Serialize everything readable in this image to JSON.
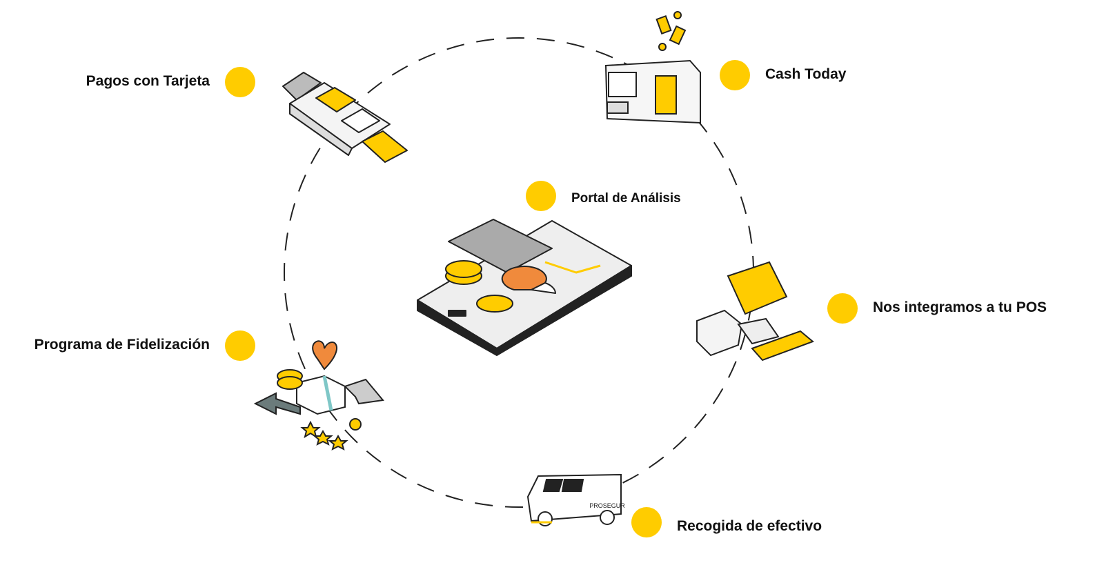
{
  "colors": {
    "accent": "#FFCC00",
    "orange": "#F08A3C",
    "line": "#222222"
  },
  "center": {
    "label": "Portal de Análisis"
  },
  "nodes": [
    {
      "label": "Pagos con Tarjeta",
      "icon": "card-terminal-icon"
    },
    {
      "label": "Cash Today",
      "icon": "cash-machine-icon"
    },
    {
      "label": "Nos integramos a tu POS",
      "icon": "pos-terminal-icon"
    },
    {
      "label": "Recogida de efectivo",
      "icon": "armored-van-icon"
    },
    {
      "label": "Programa de Fidelización",
      "icon": "loyalty-gift-icon"
    }
  ],
  "van_brand": "PROSEGUR"
}
